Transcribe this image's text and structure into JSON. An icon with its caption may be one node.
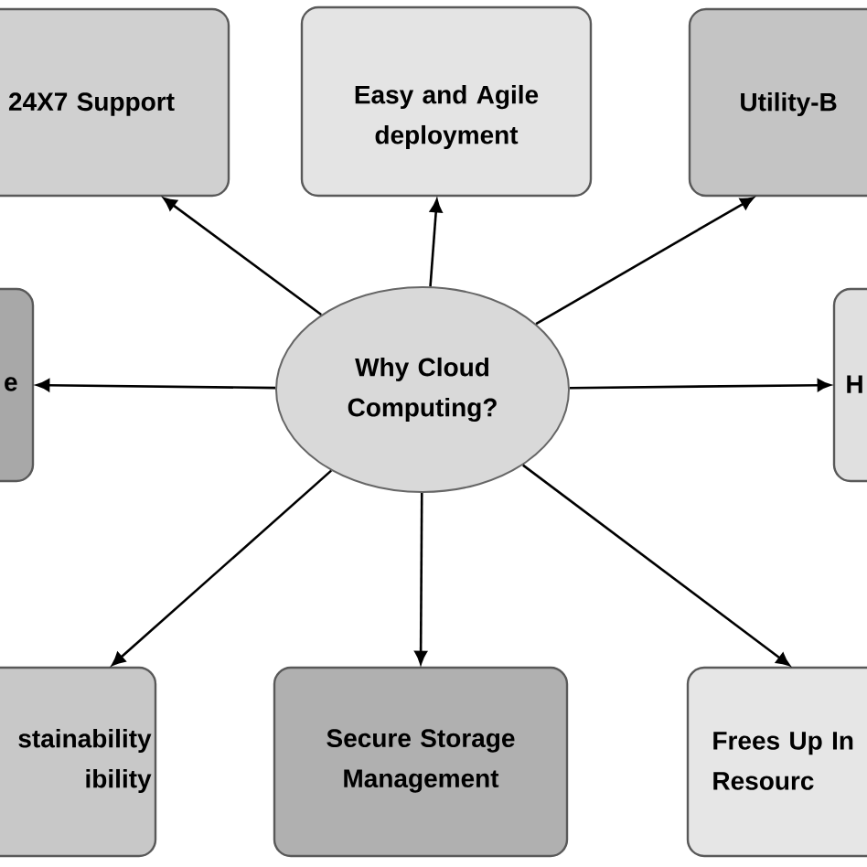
{
  "diagram": {
    "nodes": [
      {
        "text": [
          "24X7 Support"
        ]
      },
      {
        "text": [
          "Easy and Agile deployment"
        ]
      },
      {
        "text": [
          "Utility-B"
        ]
      },
      {
        "text": [
          "e"
        ]
      },
      {
        "text": [
          "Why Cloud Computing?"
        ]
      },
      {
        "text": [
          "H"
        ]
      },
      {
        "text": [
          "stainability ibility"
        ]
      },
      {
        "text": [
          "Secure Storage Management"
        ]
      },
      {
        "text": [
          "Frees Up In Resourc"
        ]
      }
    ],
    "edges": [
      {
        "from": 4,
        "to": 0,
        "arrow": "to"
      },
      {
        "from": 4,
        "to": 1,
        "arrow": "to"
      },
      {
        "from": 4,
        "to": 2,
        "arrow": "to"
      },
      {
        "from": 4,
        "to": 3,
        "arrow": "to"
      },
      {
        "from": 4,
        "to": 5,
        "arrow": "to"
      },
      {
        "from": 4,
        "to": 6,
        "arrow": "to"
      },
      {
        "from": 4,
        "to": 7,
        "arrow": "to"
      },
      {
        "from": 4,
        "to": 8,
        "arrow": "to"
      }
    ]
  }
}
